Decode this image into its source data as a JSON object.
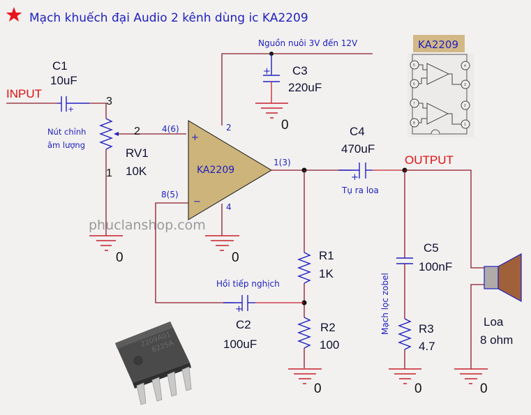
{
  "title": "Mạch khuếch đại Audio 2 kênh dùng ic KA2209",
  "title_icon": "star-icon",
  "colors": {
    "title": "#2020c0",
    "wire": "#8b1a2a",
    "label_red": "#e01010",
    "ic_fill": "#cdb47a",
    "speaker_cone": "#a0603a",
    "speaker_magnet": "#b0aaa8",
    "background": "#f2f1f0"
  },
  "signals": {
    "input": "INPUT",
    "output": "OUTPUT",
    "supply": "Nguồn nuôi 3V đến 12V"
  },
  "components": {
    "c1": {
      "name": "C1",
      "value": "10uF"
    },
    "rv1": {
      "name": "RV1",
      "value": "10K",
      "note_line1": "Nút chỉnh",
      "note_line2": "âm lượng",
      "pin1": "1",
      "pin2": "2",
      "pin3": "3"
    },
    "c3": {
      "name": "C3",
      "value": "220uF"
    },
    "ic": {
      "name": "KA2209",
      "pin_in_plus": "4(6)",
      "pin_in_minus": "8(5)",
      "pin_vcc": "2",
      "pin_gnd": "4",
      "pin_out": "1(3)",
      "plus_sign": "+",
      "minus_sign": "−"
    },
    "c4": {
      "name": "C4",
      "value": "470uF",
      "note": "Tụ ra loa"
    },
    "r1": {
      "name": "R1",
      "value": "1K"
    },
    "c2": {
      "name": "C2",
      "value": "100uF",
      "note": "Hồi tiếp nghịch"
    },
    "r2": {
      "name": "R2",
      "value": "100"
    },
    "c5": {
      "name": "C5",
      "value": "100nF"
    },
    "r3": {
      "name": "R3",
      "value": "4.7"
    },
    "zobel_note": "Mạch lọc zobel",
    "speaker": {
      "name": "Loa",
      "value": "8 ohm"
    }
  },
  "ground_label": "0",
  "pinout_inset": {
    "title": "KA2209",
    "pins_left": [
      "5",
      "6",
      "7",
      "8"
    ],
    "pins_right": [
      "4",
      "3",
      "2",
      "1"
    ]
  },
  "watermark": "phuclanshop.com",
  "chip_photo": {
    "marking_line1": "2209A01",
    "marking_line2": "6225A"
  }
}
